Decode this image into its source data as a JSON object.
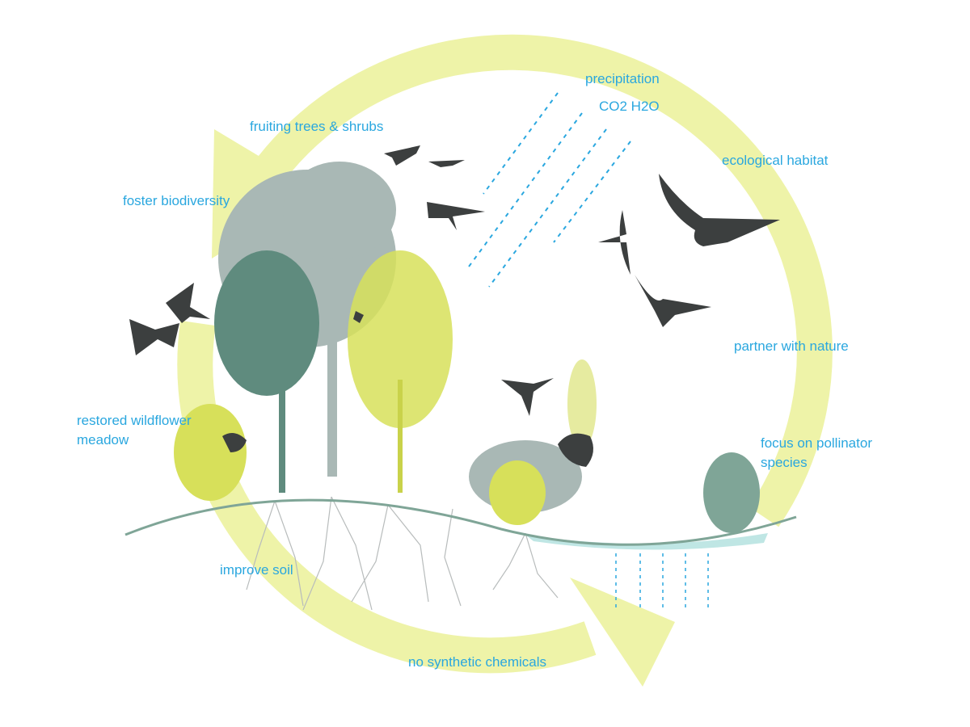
{
  "colors": {
    "cycle": "#eef3a8",
    "label": "#2aa7df",
    "silhouette": "#3c3f3f",
    "tree_grey": "#a9b8b5",
    "tree_green": "#5f8b7e",
    "tree_lime": "#d7e05a",
    "water": "#bfe6e4"
  },
  "labels": {
    "precipitation": "precipitation",
    "co2_h2o": "CO2 H2O",
    "fruiting": "fruiting trees & shrubs",
    "ecological": "ecological habitat",
    "biodiversity": "foster biodiversity",
    "partner": "partner with nature",
    "wildflower_1": "restored wildflower",
    "wildflower_2": "meadow",
    "pollinator_1": "focus on pollinator",
    "pollinator_2": "species",
    "soil": "improve soil",
    "chemicals": "no synthetic chemicals"
  }
}
